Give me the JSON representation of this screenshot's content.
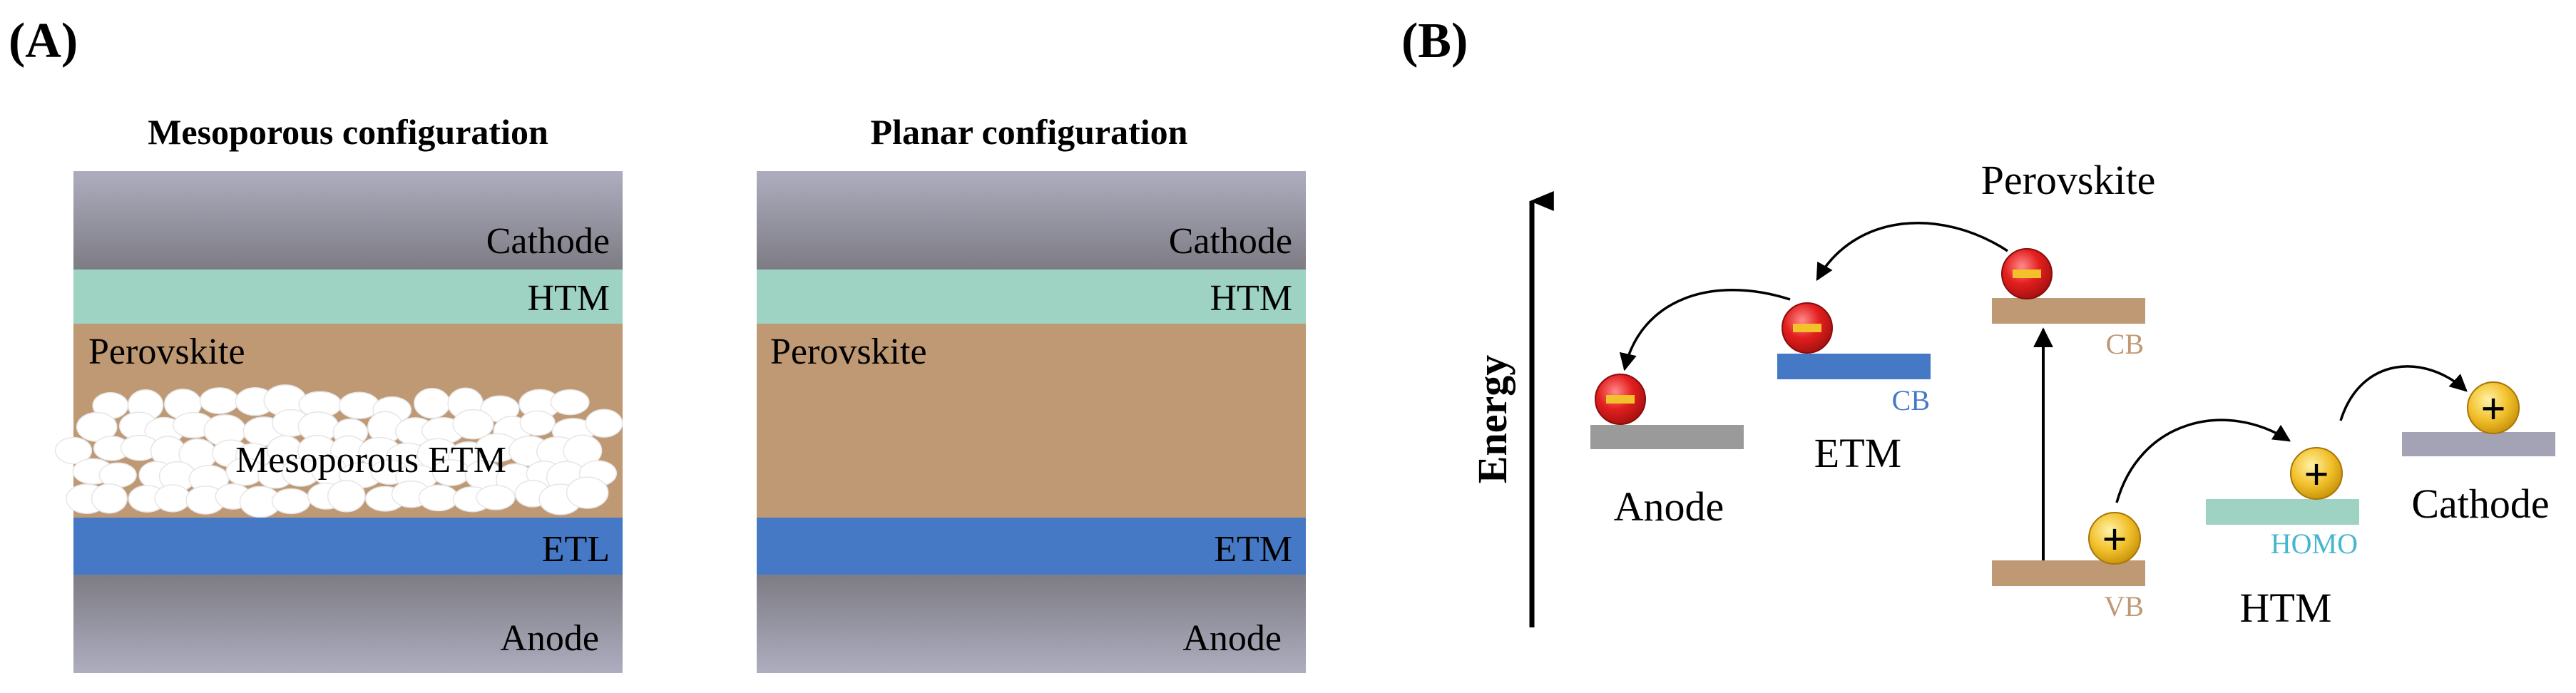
{
  "panel_labels": {
    "a": "(A)",
    "b": "(B)"
  },
  "mesoporous": {
    "title": "Mesoporous configuration",
    "cathode": "Cathode",
    "htm": "HTM",
    "perovskite": "Perovskite",
    "mesoporous_etm": "Mesoporous ETM",
    "etl": "ETL",
    "anode": "Anode"
  },
  "planar": {
    "title": "Planar configuration",
    "cathode": "Cathode",
    "htm": "HTM",
    "perovskite": "Perovskite",
    "etm": "ETM",
    "anode": "Anode"
  },
  "energy_diagram": {
    "axis_label": "Energy",
    "perovskite": "Perovskite",
    "cb": "CB",
    "vb": "VB",
    "etm": "ETM",
    "etm_cb": "CB",
    "anode": "Anode",
    "htm": "HTM",
    "htm_homo": "HOMO",
    "cathode": "Cathode",
    "electron_sign": "−",
    "hole_sign": "+"
  },
  "colors": {
    "electrode_gradient_top": "#a9a9bb",
    "electrode_gradient_bottom": "#7d7c84",
    "htm": "#9ed2c3",
    "perovskite": "#bf9874",
    "etm": "#4679c5",
    "anode_level": "#9a9a9a",
    "cathode_level": "#a3a3b5",
    "homo_text": "#45b6cf",
    "electron": "#e31f1f",
    "hole": "#f2c12c"
  }
}
